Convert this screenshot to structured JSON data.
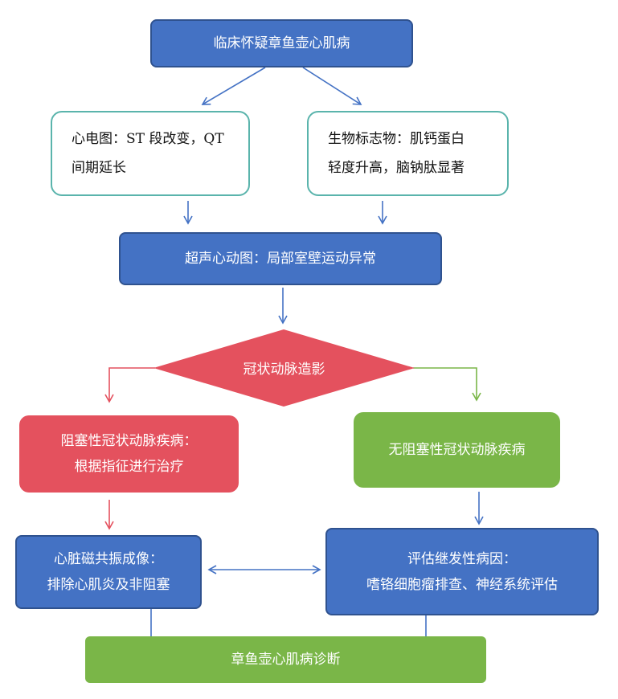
{
  "nodes": {
    "start": "临床怀疑章鱼壶心肌病",
    "ecg": [
      "心电图：ST 段改变，QT",
      "间期延长"
    ],
    "biomarker": [
      "生物标志物：肌钙蛋白",
      "轻度升高，脑钠肽显著"
    ],
    "echo": "超声心动图：局部室壁运动异常",
    "angio": "冠状动脉造影",
    "obstructive": [
      "阻塞性冠状动脉疾病：",
      "根据指征进行治疗"
    ],
    "non_obstructive": "无阻塞性冠状动脉疾病",
    "mri": [
      "心脏磁共振成像：",
      "排除心肌炎及非阻塞"
    ],
    "secondary": [
      "评估继发性病因：",
      "嗜铬细胞瘤排查、神经系统评估"
    ],
    "diagnosis": "章鱼壶心肌病诊断"
  },
  "colors": {
    "blue": "#4472c4",
    "outline_border": "#5ab4ac",
    "red": "#e4515e",
    "green": "#7ab648",
    "arrow_blue": "#4472c4"
  }
}
